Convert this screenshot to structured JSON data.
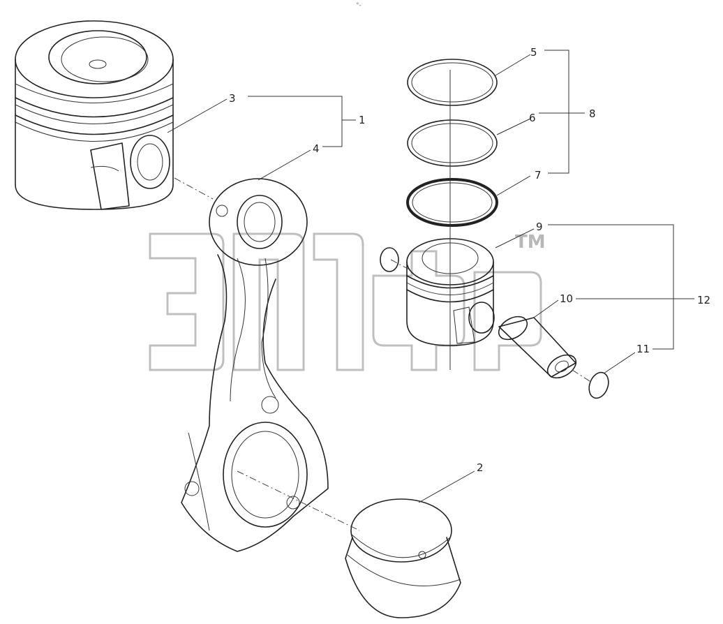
{
  "diagram": {
    "top_mark": "°-",
    "watermark_tm": "TM",
    "callouts": [
      {
        "id": "c1",
        "label": "1"
      },
      {
        "id": "c2",
        "label": "2"
      },
      {
        "id": "c3",
        "label": "3"
      },
      {
        "id": "c4",
        "label": "4"
      },
      {
        "id": "c5",
        "label": "5"
      },
      {
        "id": "c6",
        "label": "6"
      },
      {
        "id": "c7",
        "label": "7"
      },
      {
        "id": "c8",
        "label": "8"
      },
      {
        "id": "c9",
        "label": "9"
      },
      {
        "id": "c10",
        "label": "10"
      },
      {
        "id": "c11",
        "label": "11"
      },
      {
        "id": "c12",
        "label": "12"
      }
    ]
  }
}
